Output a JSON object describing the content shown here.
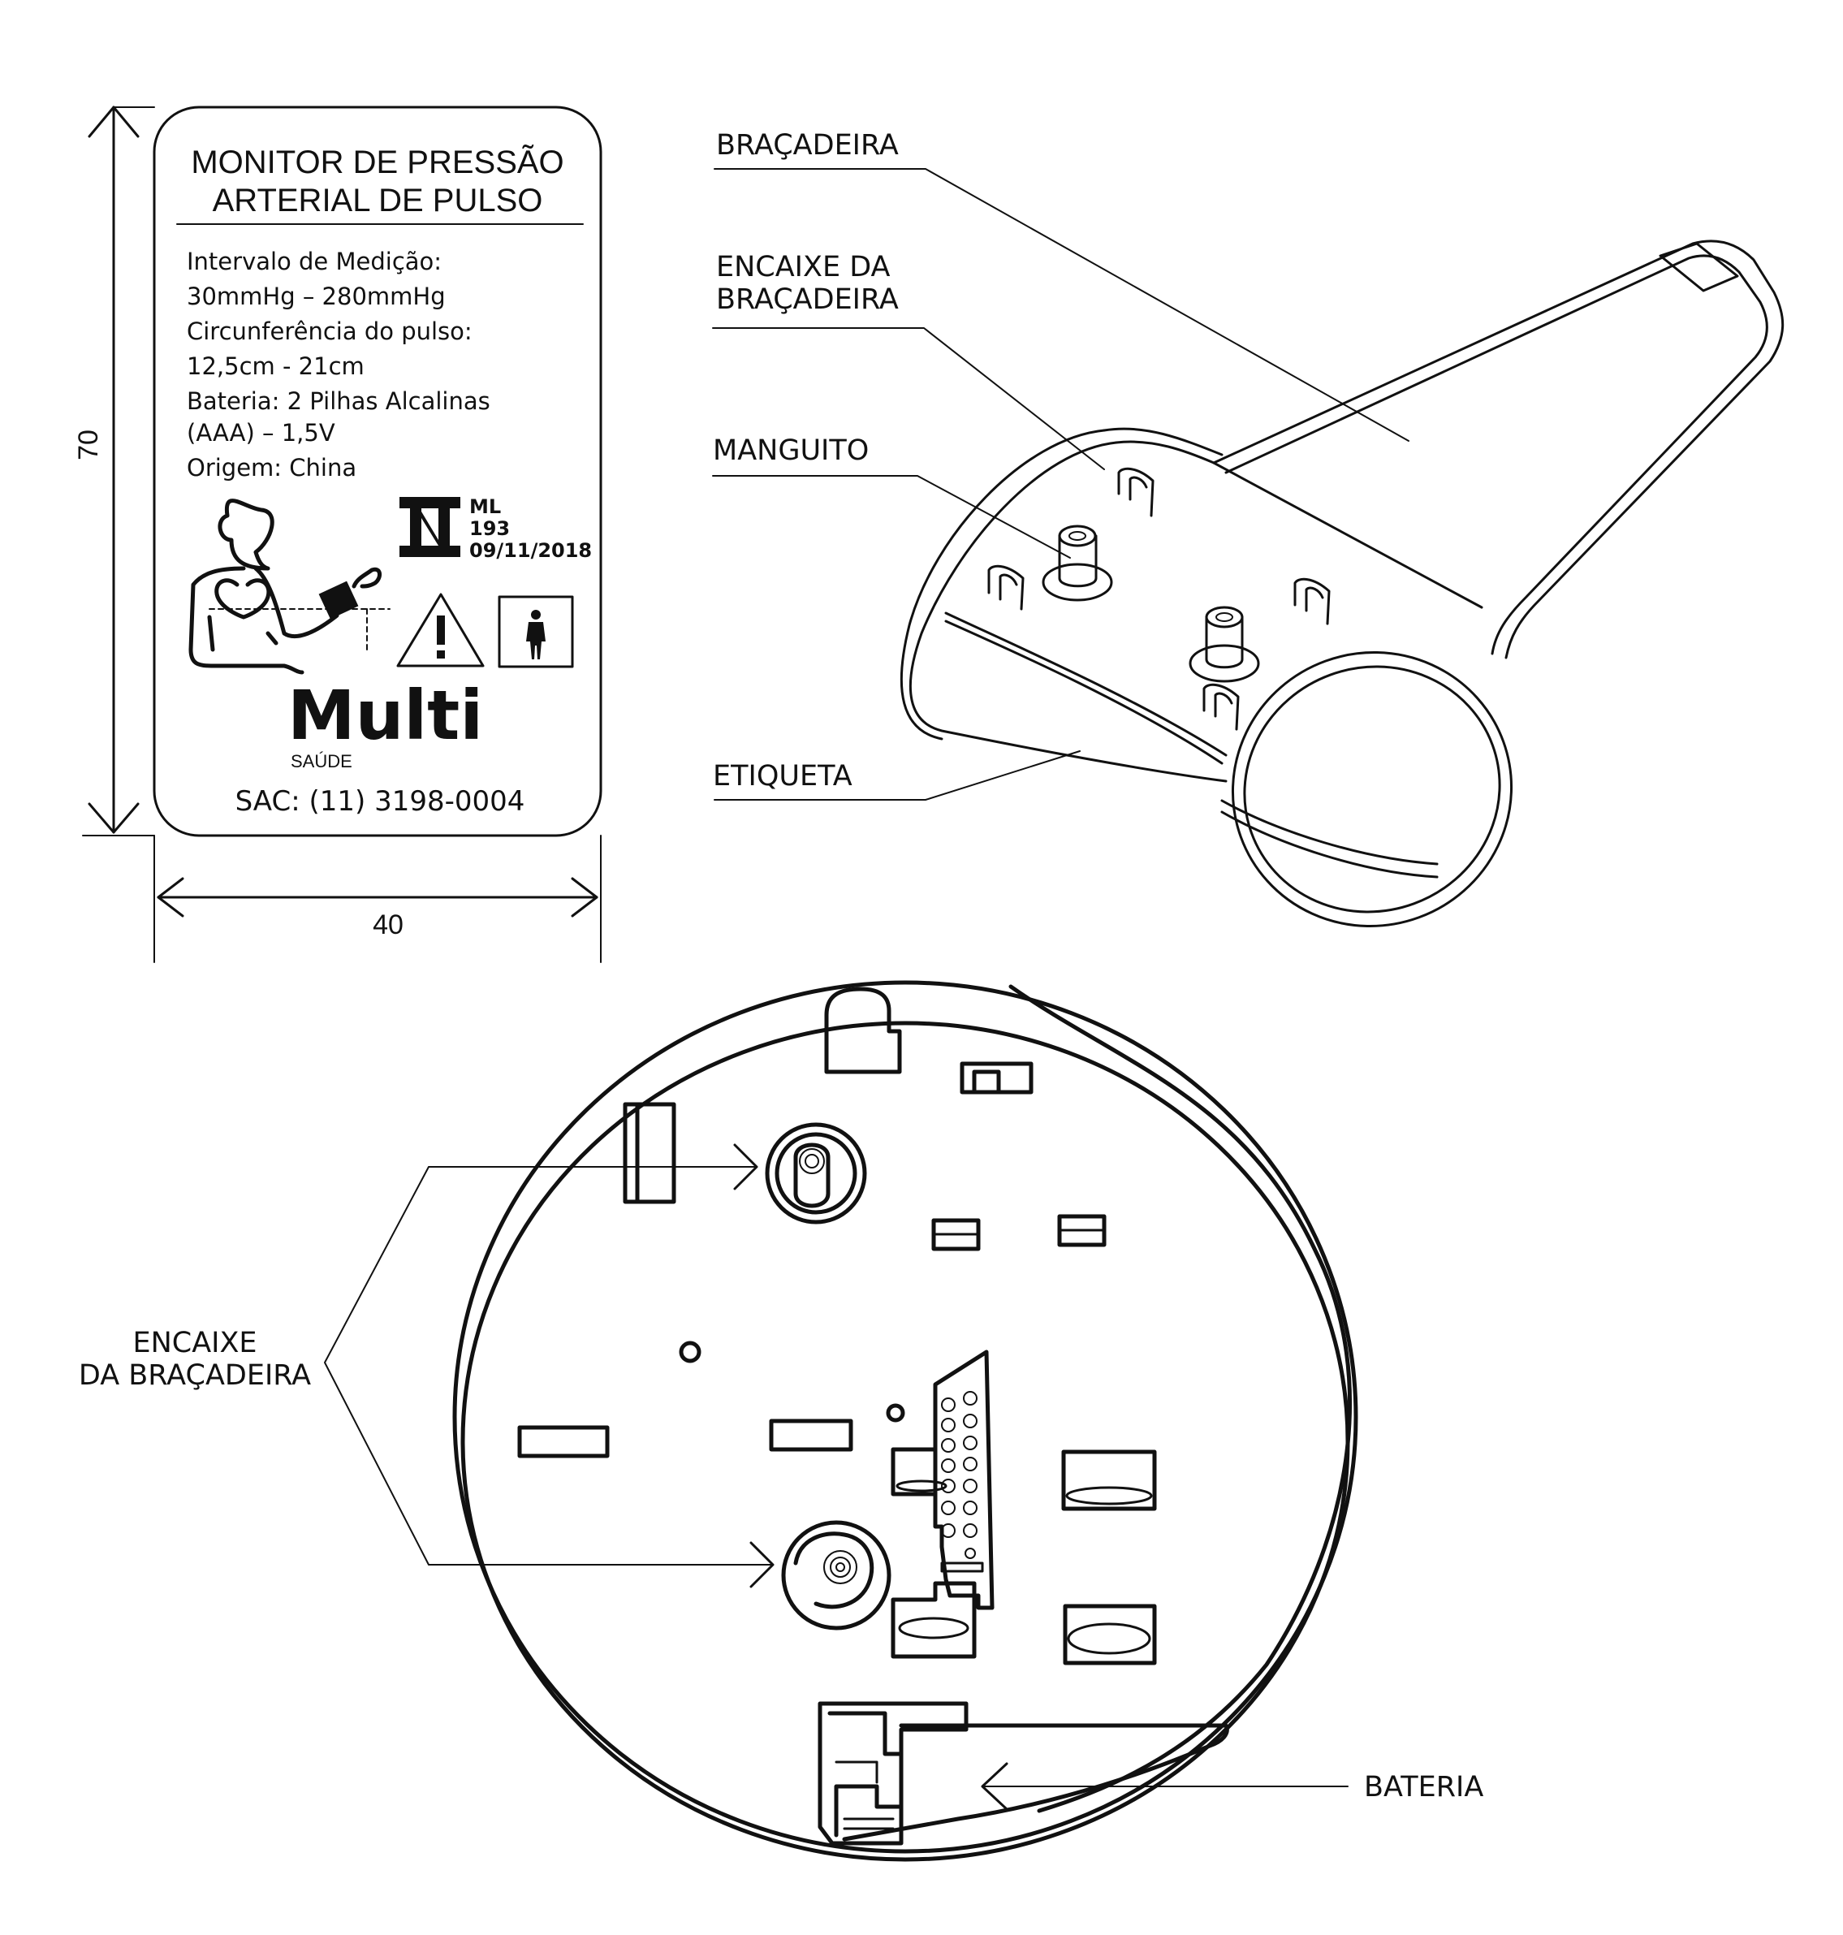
{
  "label": {
    "title_line1": "MONITOR DE PRESSÃO",
    "title_line2": "ARTERIAL DE PULSO",
    "lines": [
      "Intervalo de Medição:",
      "30mmHg – 280mmHg",
      "Circunferência do pulso:",
      "12,5cm - 21cm",
      "Bateria: 2 Pilhas Alcalinas",
      "(AAA) – 1,5V",
      "Origem: China"
    ],
    "cert_code": "ML",
    "cert_number": "193",
    "cert_date": "09/11/2018",
    "brand": "Multi",
    "brand_sub": "SAÚDE",
    "sac": "SAC: (11) 3198-0004"
  },
  "dimensions": {
    "height_value": "70",
    "width_value": "40"
  },
  "callouts": {
    "bracadeira": "BRAÇADEIRA",
    "encaixe_line1": "ENCAIXE DA",
    "encaixe_line2": "BRAÇADEIRA",
    "manguito": "MANGUITO",
    "etiqueta": "ETIQUETA",
    "encaixe_bottom_line1": "ENCAIXE",
    "encaixe_bottom_line2": "DA BRAÇADEIRA",
    "bateria": "BATERIA"
  },
  "icons": [
    "ruler-arrow-icon",
    "person-cuff-icon",
    "inmetro-seal-icon",
    "warning-icon",
    "applied-part-icon",
    "battery-arrow-icon"
  ]
}
